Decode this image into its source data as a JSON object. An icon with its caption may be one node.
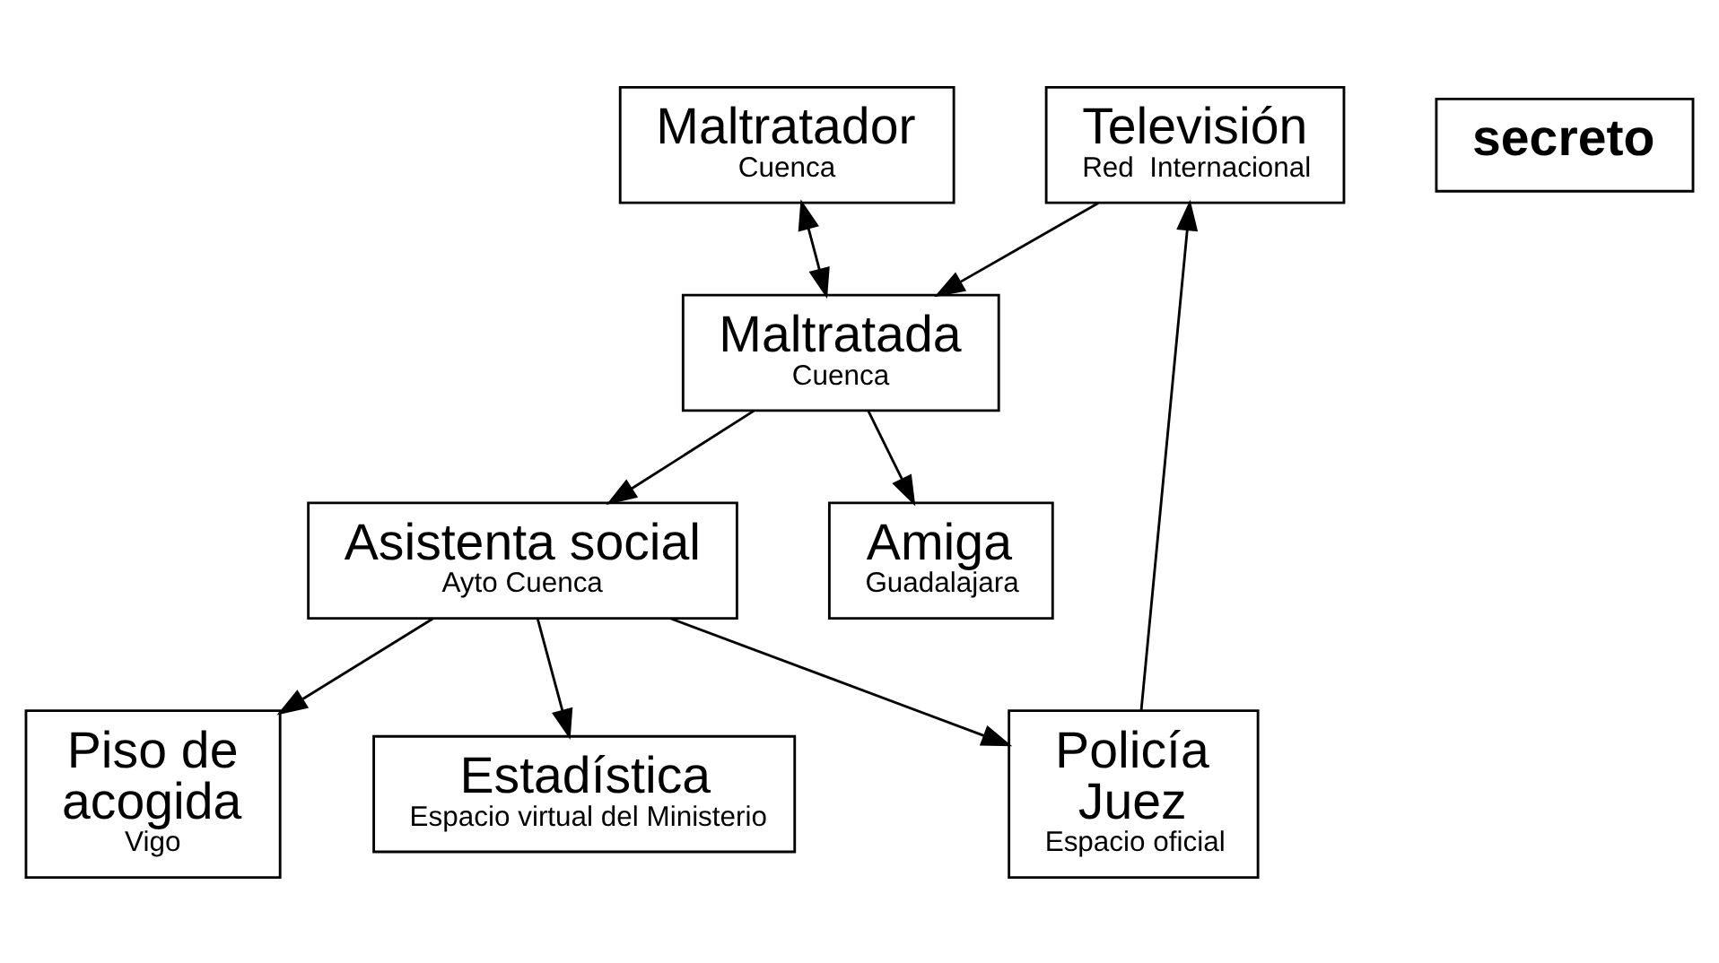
{
  "diagram": {
    "nodes": [
      {
        "text": [
          "Televisión",
          "Red  Internacional"
        ]
      },
      {
        "text": [
          "secreto"
        ]
      },
      {
        "text": [
          "Maltratador",
          "Cuenca"
        ]
      },
      {
        "text": [
          "Maltratada",
          "Cuenca"
        ]
      },
      {
        "text": [
          "Policía Juez",
          "Espacio oficial"
        ]
      },
      {
        "text": [
          "Asistenta social",
          "Ayto Cuenca"
        ]
      },
      {
        "text": [
          "Amiga",
          "Guadalajara"
        ]
      },
      {
        "text": [
          "Piso de acogida",
          "Vigo"
        ]
      },
      {
        "text": [
          "Estadística",
          "Espacio virtual del Ministerio"
        ]
      }
    ],
    "edges": [
      {
        "from": 4,
        "to": 0,
        "arrow": "to"
      },
      {
        "from": 0,
        "to": 3,
        "arrow": "to"
      },
      {
        "from": 2,
        "to": 3,
        "arrow": "both"
      },
      {
        "from": 3,
        "to": 5,
        "arrow": "to"
      },
      {
        "from": 3,
        "to": 6,
        "arrow": "to"
      },
      {
        "from": 5,
        "to": 4,
        "arrow": "to"
      },
      {
        "from": 5,
        "to": 7,
        "arrow": "to"
      },
      {
        "from": 5,
        "to": 8,
        "arrow": "to"
      }
    ]
  }
}
